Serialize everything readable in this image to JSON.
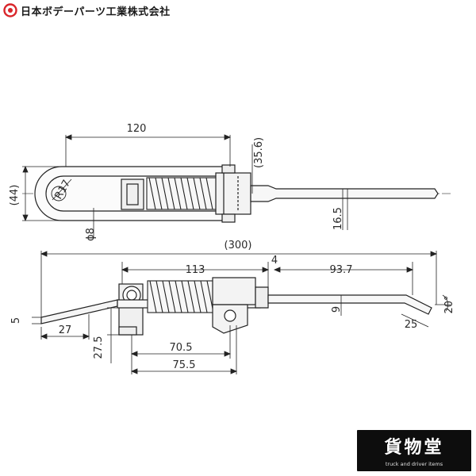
{
  "brand": {
    "name": "日本ボデーパーツ工業株式会社",
    "logo_icon": "target-ring-logo-icon",
    "logo_color": "#d9252a"
  },
  "store_badge": {
    "name": "貨物堂",
    "tagline": "truck and driver items"
  },
  "top_view": {
    "dims": {
      "length": "120",
      "height": "(44)",
      "radius": "R17",
      "pin_diameter": "ϕ8",
      "offset": "(35.6)",
      "rod_diameter": "16.5"
    }
  },
  "side_view": {
    "dims": {
      "overall": "(300)",
      "gap": "4",
      "body": "113",
      "rod": "93.7",
      "rod_height": "9",
      "tip_angle": "20°",
      "tip_length": "25",
      "handle_drop": "5",
      "handle_length": "27",
      "bracket_height": "27.5",
      "bracket_inner": "70.5",
      "bracket_outer": "75.5"
    }
  },
  "colors": {
    "line": "#222222",
    "part_fill": "#f4f4f4",
    "center_line": "#555555"
  }
}
